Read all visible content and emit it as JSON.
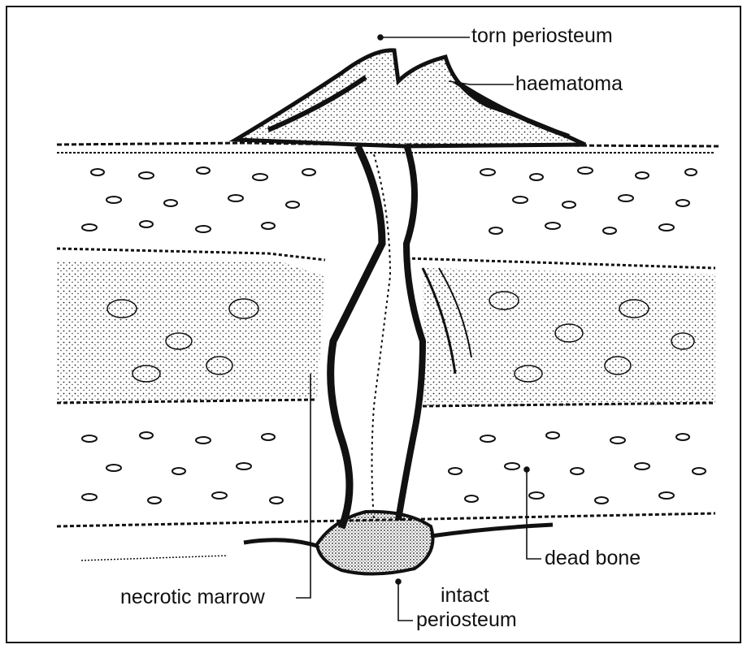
{
  "labels": {
    "torn_periosteum": "torn periosteum",
    "haematoma": "haematoma",
    "dead_bone": "dead bone",
    "necrotic_marrow": "necrotic marrow",
    "intact_periosteum_line1": "intact",
    "intact_periosteum_line2": "periosteum"
  },
  "colors": {
    "ink": "#111111",
    "paper": "#ffffff"
  }
}
